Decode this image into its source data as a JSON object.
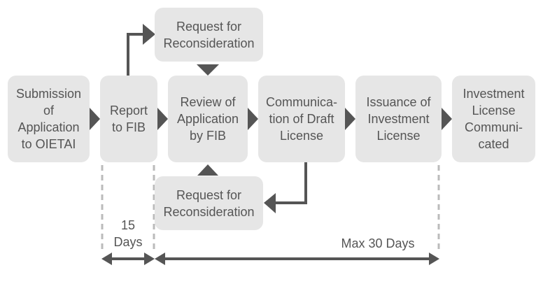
{
  "diagram": {
    "steps": [
      {
        "id": "submission",
        "label": "Submission\nof\nApplication\nto OIETAI"
      },
      {
        "id": "report",
        "label": "Report\nto FIB"
      },
      {
        "id": "review",
        "label": "Review of\nApplication\nby FIB"
      },
      {
        "id": "communication",
        "label": "Communica-\ntion of Draft\nLicense"
      },
      {
        "id": "issuance",
        "label": "Issuance of\nInvestment\nLicense"
      },
      {
        "id": "communicated",
        "label": "Investment\nLicense\nCommuni-\ncated"
      }
    ],
    "reconsideration_top": {
      "label": "Request for\nReconsideration"
    },
    "reconsideration_bottom": {
      "label": "Request for\nReconsideration"
    },
    "durations": {
      "short": "15\nDays",
      "long": "Max 30 Days"
    },
    "colors": {
      "box": "#e6e6e6",
      "text": "#555555",
      "arrow": "#555555",
      "dashed": "#bbbbbb"
    }
  }
}
